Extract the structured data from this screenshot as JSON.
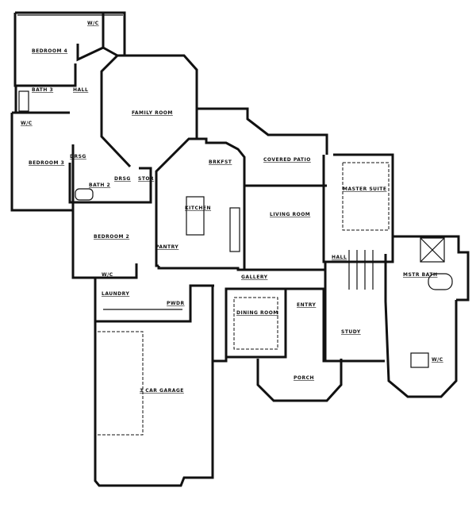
{
  "rooms": {
    "bedroom4": "BEDROOM 4",
    "wc_top": "W/C",
    "bath3": "BATH 3",
    "hall_west": "HALL",
    "family_room": "FAMILY ROOM",
    "wc_bed3": "W/C",
    "bedroom3": "BEDROOM 3",
    "drsg1": "DRSG",
    "bath2": "BATH 2",
    "drsg2": "DRSG",
    "stor": "STOR",
    "brkfst": "BRKFST",
    "covered_patio": "COVERED PATIO",
    "master_suite": "MASTER SUITE",
    "kitchen": "KITCHEN",
    "living_room": "LIVING ROOM",
    "bedroom2": "BEDROOM 2",
    "pantry": "PANTRY",
    "hall_east": "HALL",
    "mstr_bath": "MSTR BATH",
    "wc_bed2": "W/C",
    "gallery": "GALLERY",
    "laundry": "LAUNDRY",
    "pwdr": "PWDR",
    "dining_room": "DINING ROOM",
    "entry": "ENTRY",
    "study": "STUDY",
    "wc_master": "W/C",
    "porch": "PORCH",
    "garage": "3 CAR GARAGE"
  }
}
